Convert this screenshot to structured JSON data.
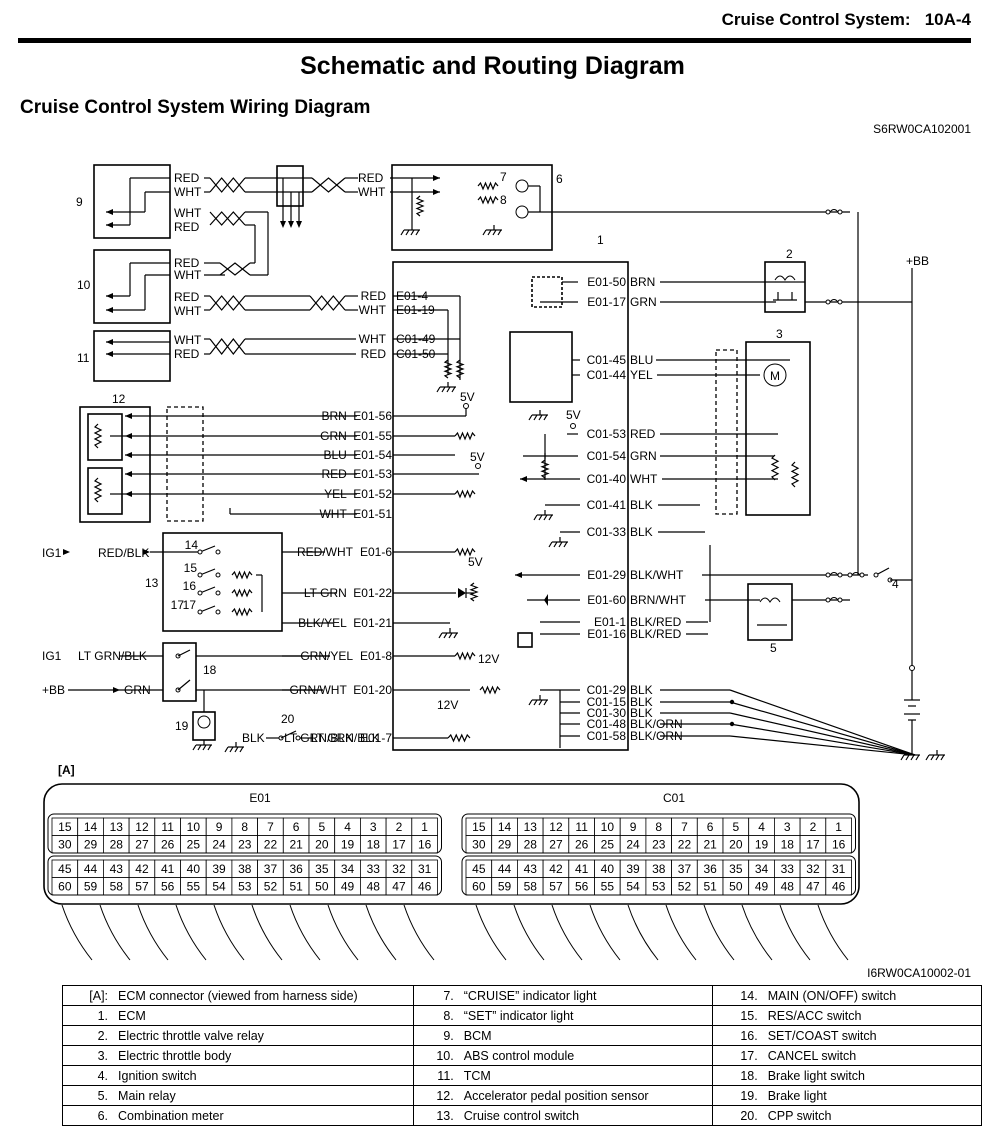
{
  "header": {
    "section": "Cruise Control System:",
    "page": "10A-4"
  },
  "title": "Schematic and Routing Diagram",
  "subtitle": "Cruise Control System Wiring Diagram",
  "figure_code_top": "S6RW0CA102001",
  "figure_code_bottom": "I6RW0CA10002-01",
  "ecm_pins_left": [
    {
      "pin": "E01-56",
      "wire": "BRN"
    },
    {
      "pin": "E01-55",
      "wire": "GRN"
    },
    {
      "pin": "E01-54",
      "wire": "BLU"
    },
    {
      "pin": "E01-53",
      "wire": "RED"
    },
    {
      "pin": "E01-52",
      "wire": "YEL"
    },
    {
      "pin": "E01-51",
      "wire": "WHT"
    },
    {
      "pin": "E01-6",
      "wire": "RED/WHT"
    },
    {
      "pin": "E01-22",
      "wire": "LT GRN"
    },
    {
      "pin": "E01-21",
      "wire": "BLK/YEL"
    },
    {
      "pin": "E01-8",
      "wire": "GRN/YEL"
    },
    {
      "pin": "E01-20",
      "wire": "GRN/WHT"
    },
    {
      "pin": "E01-7",
      "wire": "LT GRN/BLK"
    }
  ],
  "ecm_pins_comm": [
    {
      "pin": "E01-4",
      "wire": "RED"
    },
    {
      "pin": "E01-19",
      "wire": "WHT"
    },
    {
      "pin": "C01-49",
      "wire": "WHT"
    },
    {
      "pin": "C01-50",
      "wire": "RED"
    }
  ],
  "ecm_pins_right": [
    {
      "pin": "E01-50",
      "wire": "BRN"
    },
    {
      "pin": "E01-17",
      "wire": "GRN"
    },
    {
      "pin": "C01-45",
      "wire": "BLU"
    },
    {
      "pin": "C01-44",
      "wire": "YEL"
    },
    {
      "pin": "C01-53",
      "wire": "RED"
    },
    {
      "pin": "C01-54",
      "wire": "GRN"
    },
    {
      "pin": "C01-40",
      "wire": "WHT"
    },
    {
      "pin": "C01-41",
      "wire": "BLK"
    },
    {
      "pin": "C01-33",
      "wire": "BLK"
    },
    {
      "pin": "E01-29",
      "wire": "BLK/WHT"
    },
    {
      "pin": "E01-60",
      "wire": "BRN/WHT"
    },
    {
      "pin": "E01-1",
      "wire": "BLK/RED"
    },
    {
      "pin": "E01-16",
      "wire": "BLK/RED"
    },
    {
      "pin": "C01-29",
      "wire": "BLK"
    },
    {
      "pin": "C01-15",
      "wire": "BLK"
    },
    {
      "pin": "C01-30",
      "wire": "BLK"
    },
    {
      "pin": "C01-48",
      "wire": "BLK/ORN"
    },
    {
      "pin": "C01-58",
      "wire": "BLK/ORN"
    }
  ],
  "bus_labels": {
    "bcm_top": [
      "RED",
      "WHT"
    ],
    "bcm_bottom": [
      "WHT",
      "RED"
    ],
    "abs_top": [
      "RED",
      "WHT"
    ],
    "abs_bottom": [
      "RED",
      "WHT"
    ],
    "tcm": [
      "WHT",
      "RED"
    ],
    "meter": [
      "RED",
      "WHT"
    ]
  },
  "switch_wires": {
    "ig1_main": "RED/BLK",
    "ig1_brake": "LT GRN/BLK",
    "bb_brake": "GRN",
    "cpp_ground": "BLK",
    "cpp_wire": "LT GRN/BLK"
  },
  "voltages": {
    "v5a": "5V",
    "v5b": "5V",
    "v5c": "5V",
    "v5d": "5V",
    "v12a": "12V",
    "v12b": "12V"
  },
  "power_labels": {
    "ig1": "IG1",
    "bb": "+BB",
    "bb_right": "+BB"
  },
  "component_numbers": [
    "1",
    "2",
    "3",
    "4",
    "5",
    "6",
    "7",
    "8",
    "9",
    "10",
    "11",
    "12",
    "13",
    "14",
    "15",
    "16",
    "17",
    "18",
    "19",
    "20"
  ],
  "connector_label": "[A]",
  "connectors": [
    {
      "name": "E01"
    },
    {
      "name": "C01"
    }
  ],
  "connector_rows": [
    [
      "15",
      "14",
      "13",
      "12",
      "11",
      "10",
      "9",
      "8",
      "7",
      "6",
      "5",
      "4",
      "3",
      "2",
      "1"
    ],
    [
      "30",
      "29",
      "28",
      "27",
      "26",
      "25",
      "24",
      "23",
      "22",
      "21",
      "20",
      "19",
      "18",
      "17",
      "16"
    ],
    [
      "45",
      "44",
      "43",
      "42",
      "41",
      "40",
      "39",
      "38",
      "37",
      "36",
      "35",
      "34",
      "33",
      "32",
      "31"
    ],
    [
      "60",
      "59",
      "58",
      "57",
      "56",
      "55",
      "54",
      "53",
      "52",
      "51",
      "50",
      "49",
      "48",
      "47",
      "46"
    ]
  ],
  "legend": [
    [
      {
        "n": "[A]:",
        "t": "ECM connector (viewed from harness side)"
      },
      {
        "n": "7.",
        "t": "“CRUISE” indicator light"
      },
      {
        "n": "14.",
        "t": "MAIN (ON/OFF) switch"
      }
    ],
    [
      {
        "n": "1.",
        "t": "ECM"
      },
      {
        "n": "8.",
        "t": "“SET” indicator light"
      },
      {
        "n": "15.",
        "t": "RES/ACC switch"
      }
    ],
    [
      {
        "n": "2.",
        "t": "Electric throttle valve relay"
      },
      {
        "n": "9.",
        "t": "BCM"
      },
      {
        "n": "16.",
        "t": "SET/COAST switch"
      }
    ],
    [
      {
        "n": "3.",
        "t": "Electric throttle body"
      },
      {
        "n": "10.",
        "t": "ABS control module"
      },
      {
        "n": "17.",
        "t": "CANCEL switch"
      }
    ],
    [
      {
        "n": "4.",
        "t": "Ignition switch"
      },
      {
        "n": "11.",
        "t": "TCM"
      },
      {
        "n": "18.",
        "t": "Brake light switch"
      }
    ],
    [
      {
        "n": "5.",
        "t": "Main relay"
      },
      {
        "n": "12.",
        "t": "Accelerator pedal position sensor"
      },
      {
        "n": "19.",
        "t": "Brake light"
      }
    ],
    [
      {
        "n": "6.",
        "t": "Combination meter"
      },
      {
        "n": "13.",
        "t": "Cruise control switch"
      },
      {
        "n": "20.",
        "t": "CPP switch"
      }
    ]
  ]
}
